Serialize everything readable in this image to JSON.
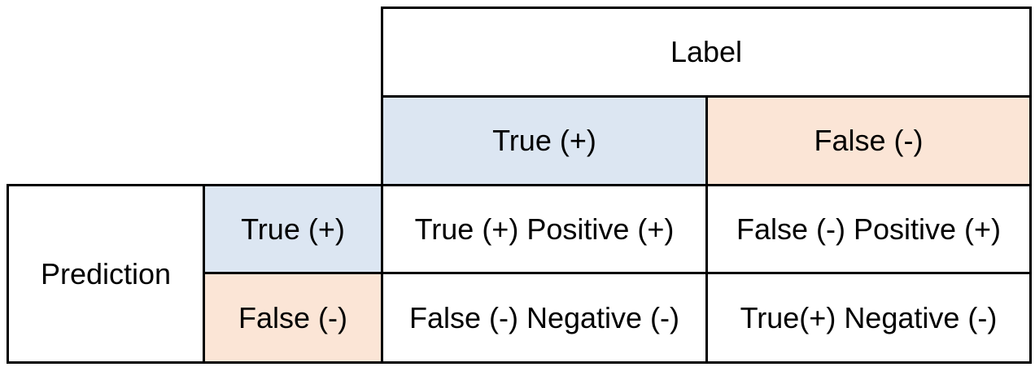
{
  "figure": {
    "type": "confusion-matrix-table",
    "column_axis_title": "Label",
    "row_axis_title": "Prediction",
    "column_headers": {
      "positive": "True (+)",
      "negative": "False (-)"
    },
    "row_headers": {
      "positive": "True (+)",
      "negative": "False (-)"
    },
    "cells": {
      "true_positive": "True (+) Positive (+)",
      "false_positive": "False (-) Positive (+)",
      "false_negative": "False (-) Negative (-)",
      "true_negative": "True(+) Negative (-)"
    },
    "colors": {
      "positive_fill": "#dce6f2",
      "negative_fill": "#fbe5d6",
      "border": "#000000",
      "text": "#000000",
      "background": "#ffffff"
    }
  }
}
